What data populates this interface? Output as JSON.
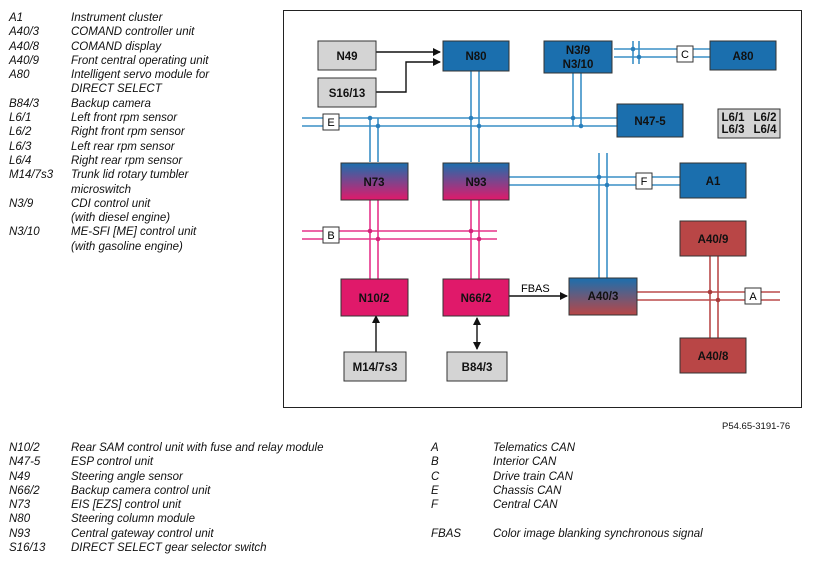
{
  "legend_left_top": [
    {
      "code": "A1",
      "desc": [
        "Instrument cluster"
      ]
    },
    {
      "code": "A40/3",
      "desc": [
        "COMAND controller unit"
      ]
    },
    {
      "code": "A40/8",
      "desc": [
        "COMAND display"
      ]
    },
    {
      "code": "A40/9",
      "desc": [
        "Front central operating unit"
      ]
    },
    {
      "code": "A80",
      "desc": [
        "Intelligent servo module for",
        "DIRECT SELECT"
      ]
    },
    {
      "code": "B84/3",
      "desc": [
        "Backup camera"
      ]
    },
    {
      "code": "L6/1",
      "desc": [
        "Left front rpm sensor"
      ]
    },
    {
      "code": "L6/2",
      "desc": [
        "Right front rpm sensor"
      ]
    },
    {
      "code": "L6/3",
      "desc": [
        "Left rear rpm sensor"
      ]
    },
    {
      "code": "L6/4",
      "desc": [
        "Right rear rpm sensor"
      ]
    },
    {
      "code": "M14/7s3",
      "desc": [
        "Trunk lid rotary tumbler",
        "microswitch"
      ]
    },
    {
      "code": "N3/9",
      "desc": [
        "CDI control unit",
        "(with diesel engine)"
      ]
    },
    {
      "code": "N3/10",
      "desc": [
        "ME-SFI [ME] control unit",
        "(with gasoline engine)"
      ]
    }
  ],
  "legend_left_bottom": [
    {
      "code": "N10/2",
      "desc": [
        "Rear SAM control unit with fuse and relay module"
      ]
    },
    {
      "code": "N47-5",
      "desc": [
        "ESP control unit"
      ]
    },
    {
      "code": "N49",
      "desc": [
        "Steering angle sensor"
      ]
    },
    {
      "code": "N66/2",
      "desc": [
        "Backup camera control unit"
      ]
    },
    {
      "code": "N73",
      "desc": [
        "EIS [EZS] control unit"
      ]
    },
    {
      "code": "N80",
      "desc": [
        "Steering column module"
      ]
    },
    {
      "code": "N93",
      "desc": [
        "Central gateway control unit"
      ]
    },
    {
      "code": "S16/13",
      "desc": [
        "DIRECT SELECT gear selector switch"
      ]
    }
  ],
  "legend_right_bottom": [
    {
      "code": "A",
      "desc": [
        "Telematics CAN"
      ]
    },
    {
      "code": "B",
      "desc": [
        "Interior CAN"
      ]
    },
    {
      "code": "C",
      "desc": [
        "Drive train CAN"
      ]
    },
    {
      "code": "E",
      "desc": [
        "Chassis CAN"
      ]
    },
    {
      "code": "F",
      "desc": [
        "Central CAN"
      ]
    },
    {
      "code": "",
      "desc": [
        ""
      ]
    },
    {
      "code": "FBAS",
      "desc": [
        "Color image blanking synchronous signal"
      ]
    }
  ],
  "reference": "P54.65-3191-76",
  "colors": {
    "blue_unit": "#1b6fae",
    "magenta_unit": "#e0196a",
    "red_unit": "#b94646",
    "grey_unit": "#d4d4d4",
    "blue_bus": "#3a8fc6",
    "pink_bus": "#e6338a",
    "red_bus": "#bb4b4b"
  },
  "diagram": {
    "units": {
      "N49": "N49",
      "S16_13": "S16/13",
      "N80": "N80",
      "N3": [
        "N3/9",
        "N3/10"
      ],
      "A80": "A80",
      "N47_5": "N47-5",
      "L6": [
        "L6/1",
        "L6/2",
        "L6/3",
        "L6/4"
      ],
      "N73": "N73",
      "N93": "N93",
      "A1": "A1",
      "A40_9": "A40/9",
      "N10_2": "N10/2",
      "N66_2": "N66/2",
      "A40_3": "A40/3",
      "A40_8": "A40/8",
      "M14_7s3": "M14/7s3",
      "B84_3": "B84/3"
    },
    "bus_labels": {
      "C": "C",
      "E": "E",
      "F": "F",
      "B": "B",
      "A": "A"
    },
    "signal_label": "FBAS"
  }
}
